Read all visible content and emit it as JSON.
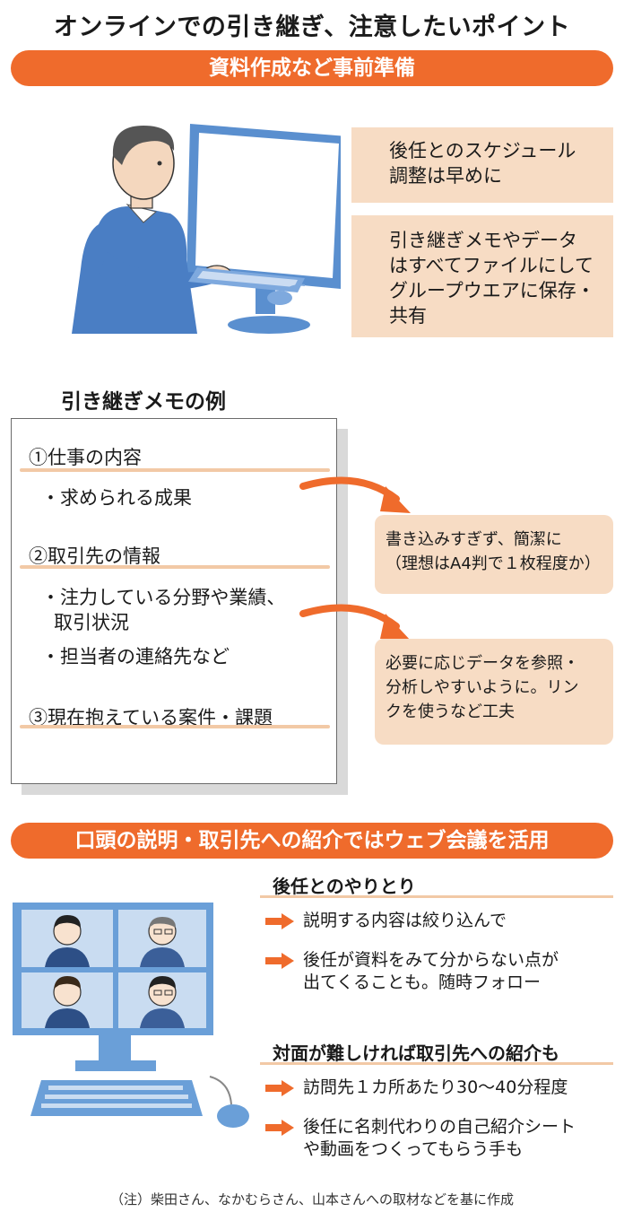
{
  "title": "オンラインでの引き継ぎ、注意したいポイント",
  "section1": {
    "banner": "資料作成など事前準備",
    "notes": [
      [
        "後任とのスケジュール",
        "調整は早めに"
      ],
      [
        "引き継ぎメモやデータ",
        "はすべてファイルにして",
        "グループウエアに保存・",
        "共有"
      ]
    ]
  },
  "memo": {
    "heading": "引き継ぎメモの例",
    "items": [
      "①仕事の内容",
      "・求められる成果",
      "②取引先の情報",
      "・注力している分野や業績、",
      "取引状況",
      "・担当者の連絡先など",
      "③現在抱えている案件・課題"
    ],
    "callouts": [
      [
        "書き込みすぎず、簡潔に",
        "（理想はA4判で１枚程度か）"
      ],
      [
        "必要に応じデータを参照・",
        "分析しやすいように。リン",
        "クを使うなど工夫"
      ]
    ]
  },
  "section2": {
    "banner": "口頭の説明・取引先への紹介ではウェブ会議を活用",
    "groups": [
      {
        "heading": "後任とのやりとり",
        "bullets": [
          [
            "説明する内容は絞り込んで"
          ],
          [
            "後任が資料をみて分からない点が",
            "出てくることも。随時フォロー"
          ]
        ]
      },
      {
        "heading": "対面が難しければ取引先への紹介も",
        "bullets": [
          [
            "訪問先１カ所あたり30～40分程度"
          ],
          [
            "後任に名刺代わりの自己紹介シート",
            "や動画をつくってもらう手も"
          ]
        ]
      }
    ]
  },
  "footnote": "（注）柴田さん、なかむらさん、山本さんへの取材などを基に作成",
  "colors": {
    "accent": "#ef6b2c",
    "peach": "#f7dcc4",
    "line": "#f2c9a6",
    "monitor": "#6a9fd8"
  }
}
